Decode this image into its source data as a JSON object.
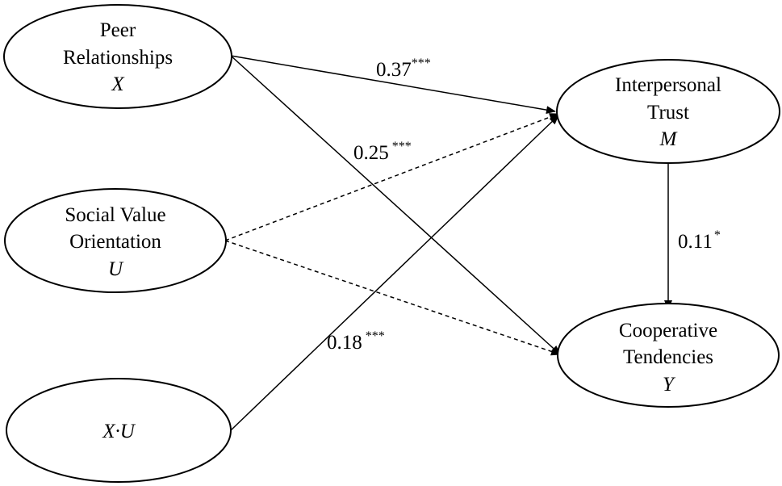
{
  "nodes": {
    "peer": {
      "line1": "Peer",
      "line2": "Relationships",
      "symbol": "X"
    },
    "svo": {
      "line1": "Social Value",
      "line2": "Orientation",
      "symbol": "U"
    },
    "xu": {
      "symbol": "X·U"
    },
    "trust": {
      "line1": "Interpersonal",
      "line2": "Trust",
      "symbol": "M"
    },
    "coop": {
      "line1": "Cooperative",
      "line2": "Tendencies",
      "symbol": "Y"
    }
  },
  "paths": {
    "x_to_m": {
      "coef": "0.37",
      "sig": "***"
    },
    "x_to_y": {
      "coef": "0.25",
      "sig": "***"
    },
    "xu_to_m": {
      "coef": "0.18",
      "sig": "***"
    },
    "m_to_y": {
      "coef": "0.11",
      "sig": "*"
    }
  }
}
